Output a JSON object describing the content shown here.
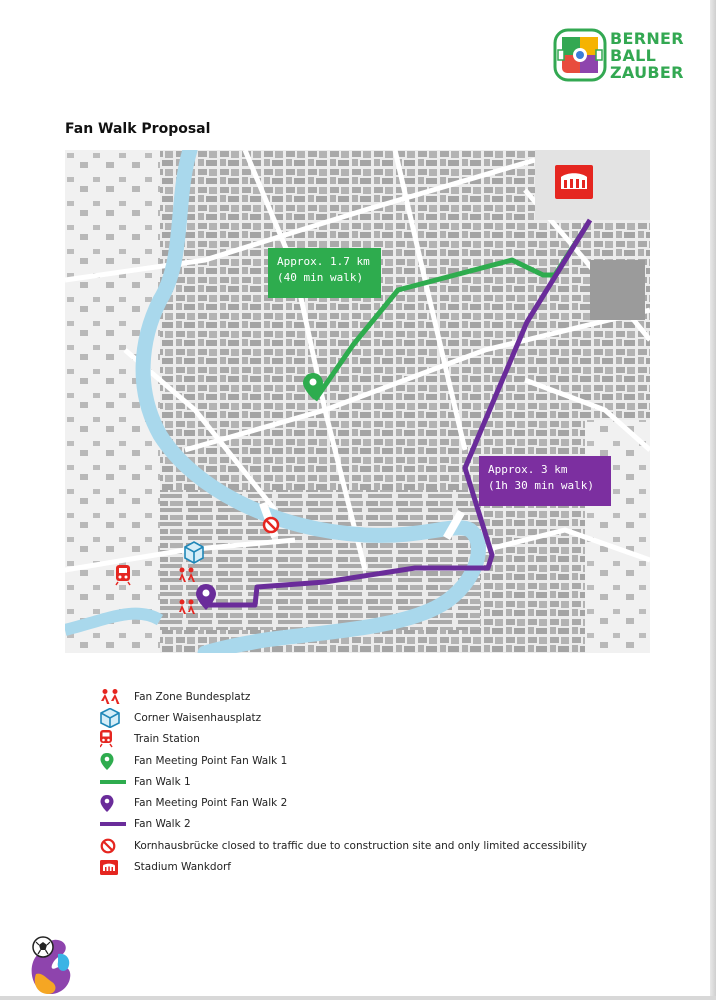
{
  "brand": {
    "logo_line1": "BERNER",
    "logo_line2": "BALL",
    "logo_line3": "ZAUBER",
    "color": "#33a852"
  },
  "title": "Fan Walk Proposal",
  "map": {
    "callout_walk1_line1": "Approx. 1.7 km",
    "callout_walk1_line2": "(40 min walk)",
    "callout_walk2_line1": "Approx. 3 km",
    "callout_walk2_line2": "(1h 30 min walk)",
    "walk1_color": "#2eac4e",
    "walk2_color": "#6a2c9a",
    "river_color": "#a9d8ec",
    "building_color": "#a8a8a8"
  },
  "legend": [
    {
      "icon": "fan-zone-icon",
      "label": "Fan Zone Bundesplatz"
    },
    {
      "icon": "corner-icon",
      "label": "Corner Waisenhausplatz"
    },
    {
      "icon": "train-icon",
      "label": "Train Station"
    },
    {
      "icon": "green-pin-icon",
      "label": "Fan Meeting Point Fan Walk 1"
    },
    {
      "icon": "green-line-icon",
      "label": "Fan Walk 1"
    },
    {
      "icon": "purple-pin-icon",
      "label": "Fan Meeting Point Fan Walk 2"
    },
    {
      "icon": "purple-line-icon",
      "label": "Fan Walk 2"
    },
    {
      "icon": "no-entry-icon",
      "label": "Kornhausbrücke closed to traffic due to construction site and only limited accessibility"
    },
    {
      "icon": "stadium-icon",
      "label": "Stadium Wankdorf"
    }
  ]
}
